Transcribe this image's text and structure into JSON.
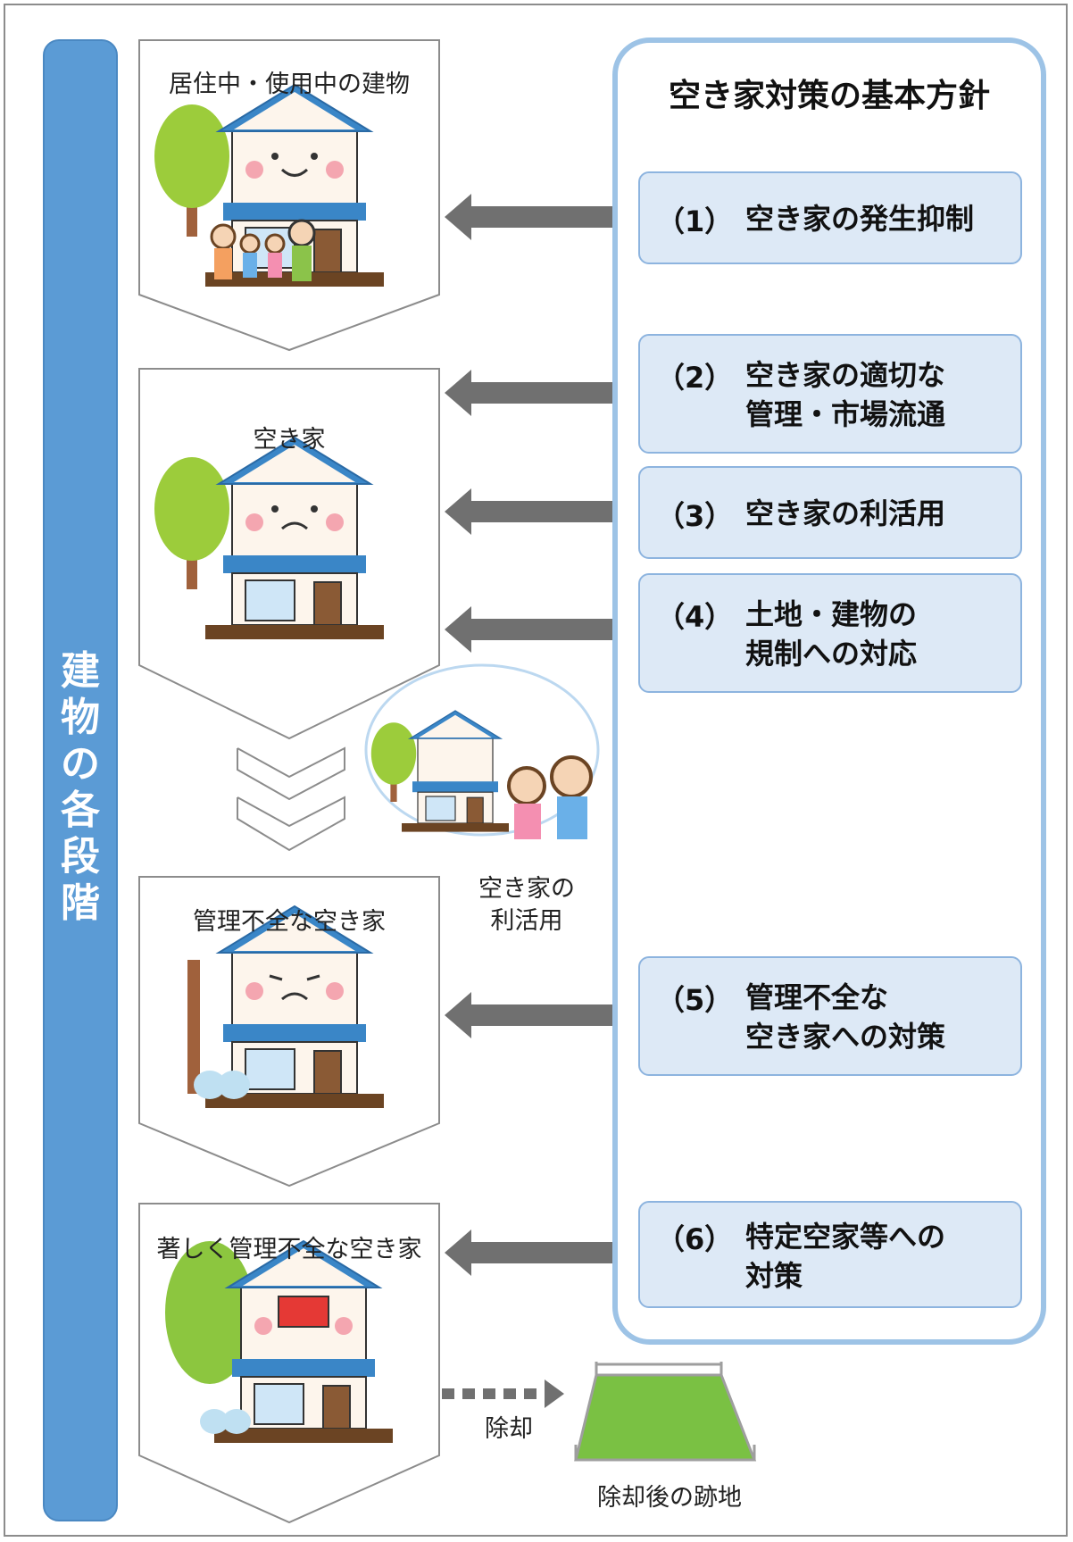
{
  "side_label": "建物の各段階",
  "stages": [
    {
      "label": "居住中・使用中の建物"
    },
    {
      "label": "空き家"
    },
    {
      "label": "管理不全な空き家"
    },
    {
      "label": "著しく管理不全な空き家"
    }
  ],
  "policy": {
    "title": "空き家対策の基本方針",
    "items": [
      {
        "num": "（1）",
        "text": "空き家の発生抑制"
      },
      {
        "num": "（2）",
        "text": "空き家の適切な\n管理・市場流通"
      },
      {
        "num": "（3）",
        "text": "空き家の利活用"
      },
      {
        "num": "（4）",
        "text": "土地・建物の\n規制への対応"
      },
      {
        "num": "（5）",
        "text": "管理不全な\n空き家への対策"
      },
      {
        "num": "（6）",
        "text": "特定空家等への\n対策"
      }
    ]
  },
  "utilization_caption": "空き家の\n利活用",
  "demolition_label": "除却",
  "vacant_lot_caption": "除却後の跡地",
  "colors": {
    "side_bar": "#5b9bd5",
    "policy_border": "#9dc3e6",
    "policy_box_fill": "#dde9f6",
    "arrow": "#707070",
    "house_roof": "#3a86c7",
    "tree": "#9ccc3b",
    "grass": "#7ac143"
  },
  "icons": [
    "house-happy-icon",
    "family-icon",
    "house-sad-icon",
    "house-damaged-icon",
    "house-ruined-icon",
    "couple-with-baby-icon",
    "vacant-lot-icon",
    "tree-icon"
  ]
}
